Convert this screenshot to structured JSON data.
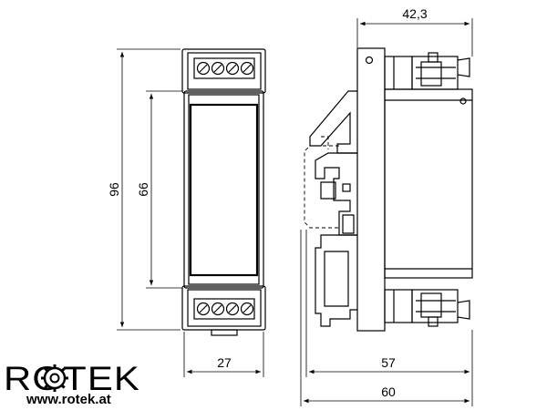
{
  "dimensions": {
    "height_total": "96",
    "height_front": "66",
    "width_front": "27",
    "width_top": "42,3",
    "depth_body": "57",
    "depth_total": "60"
  },
  "brand": {
    "logo_text": "ROTEK",
    "website": "www.rotek.at"
  },
  "colors": {
    "line": "#000000",
    "background": "#ffffff"
  }
}
